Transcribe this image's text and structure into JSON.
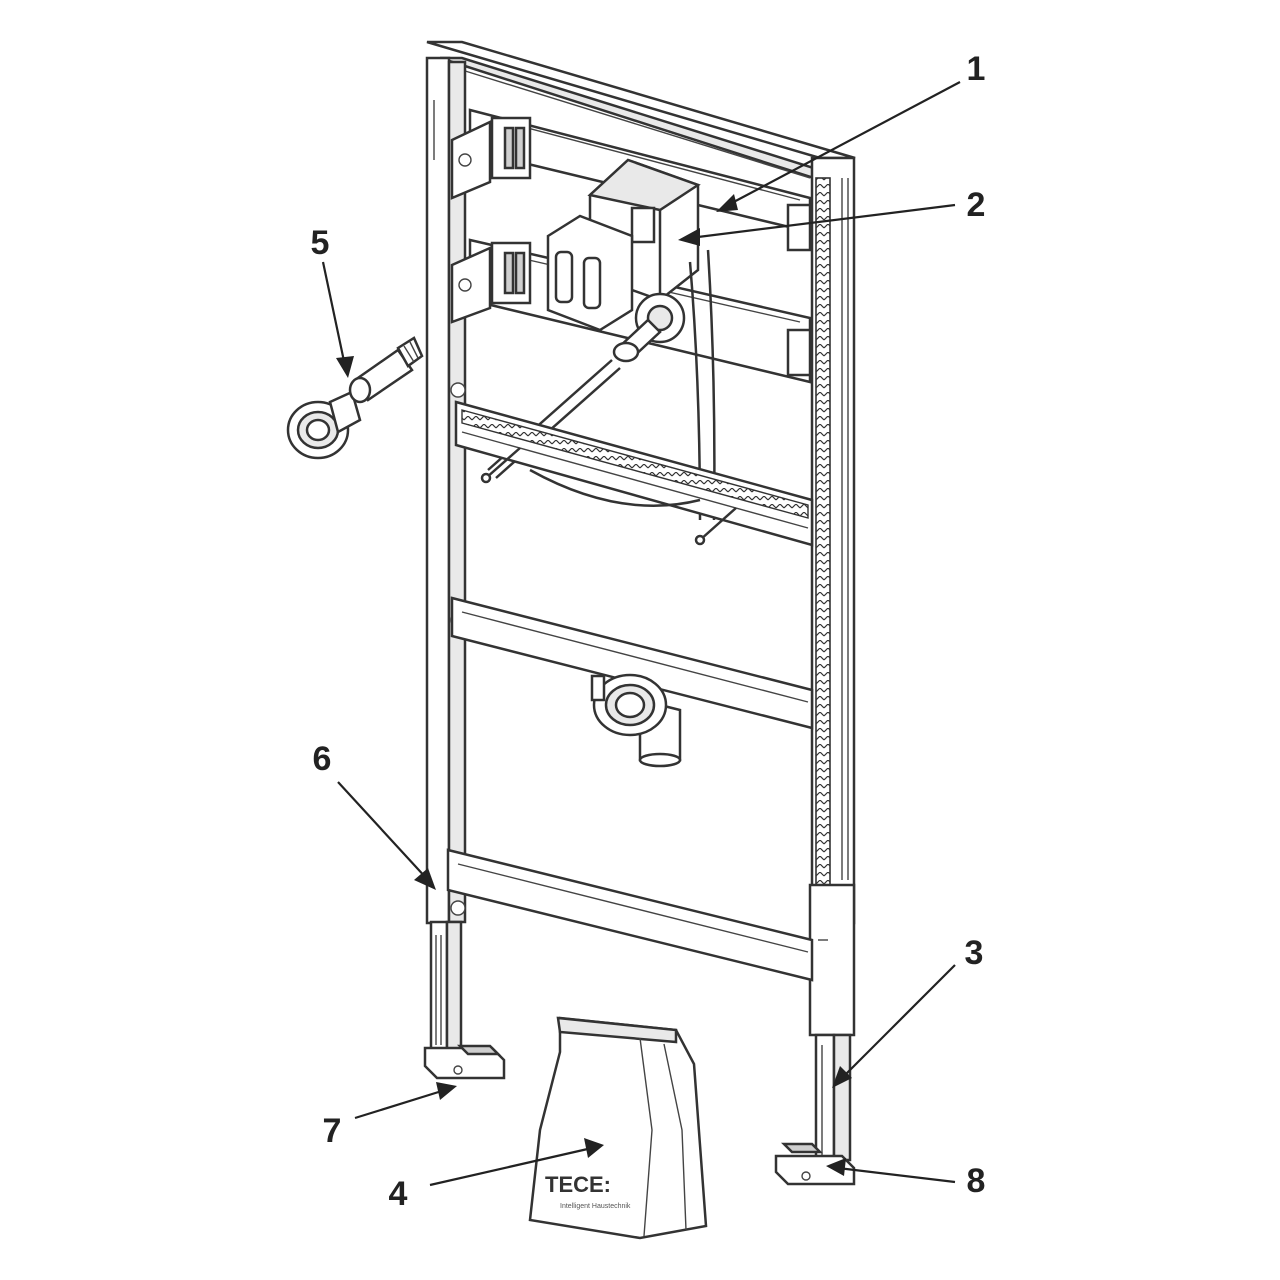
{
  "callouts": [
    {
      "id": "1",
      "label": "1"
    },
    {
      "id": "2",
      "label": "2"
    },
    {
      "id": "3",
      "label": "3"
    },
    {
      "id": "4",
      "label": "4"
    },
    {
      "id": "5",
      "label": "5"
    },
    {
      "id": "6",
      "label": "6"
    },
    {
      "id": "7",
      "label": "7"
    },
    {
      "id": "8",
      "label": "8"
    }
  ],
  "bag": {
    "brand": "TECE:",
    "tagline": "Intelligent Haustechnik"
  },
  "colors": {
    "line": "#333333",
    "background": "#ffffff"
  }
}
